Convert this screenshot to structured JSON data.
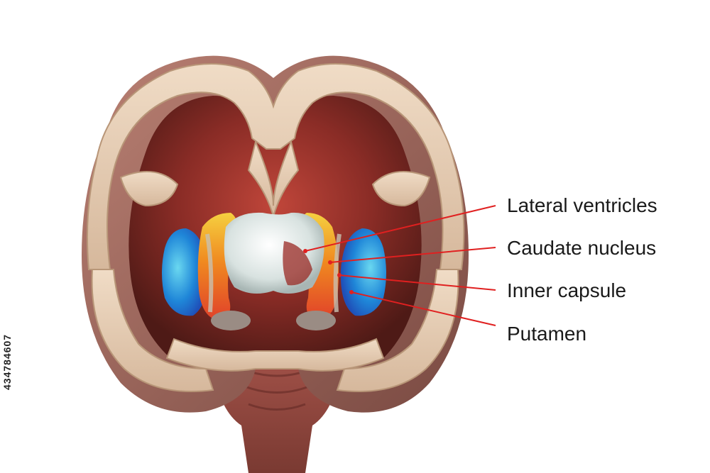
{
  "labels": [
    {
      "text": "Lateral ventricles",
      "color": "#e02020"
    },
    {
      "text": "Caudate nucleus",
      "color": "#e02020"
    },
    {
      "text": "Inner capsule",
      "color": "#e02020"
    },
    {
      "text": "Putamen",
      "color": "#e02020"
    }
  ],
  "stock_id": "434784607",
  "colors": {
    "leader_line": "#e02020",
    "white_matter": "#e8d0b8",
    "gray_matter": "#a86a60",
    "cavity": "#7a2a24",
    "putamen_blue": "#2aa0e0",
    "caudate_orange": "#f08a20",
    "thalamus_white": "#e4ecea"
  }
}
